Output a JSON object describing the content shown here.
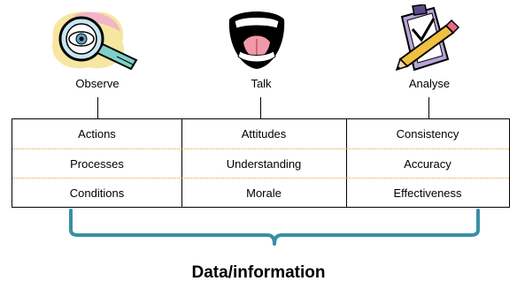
{
  "stages": [
    {
      "label": "Observe",
      "icon": "magnifying-glass-eye-icon"
    },
    {
      "label": "Talk",
      "icon": "open-mouth-icon"
    },
    {
      "label": "Analyse",
      "icon": "clipboard-pencil-icon"
    }
  ],
  "table": {
    "columns": [
      [
        "Actions",
        "Processes",
        "Conditions"
      ],
      [
        "Attitudes",
        "Understanding",
        "Morale"
      ],
      [
        "Consistency",
        "Accuracy",
        "Effectiveness"
      ]
    ]
  },
  "footer": "Data/information",
  "colors": {
    "brace": "#3a8fa6",
    "row_divider": "#e0a040"
  }
}
